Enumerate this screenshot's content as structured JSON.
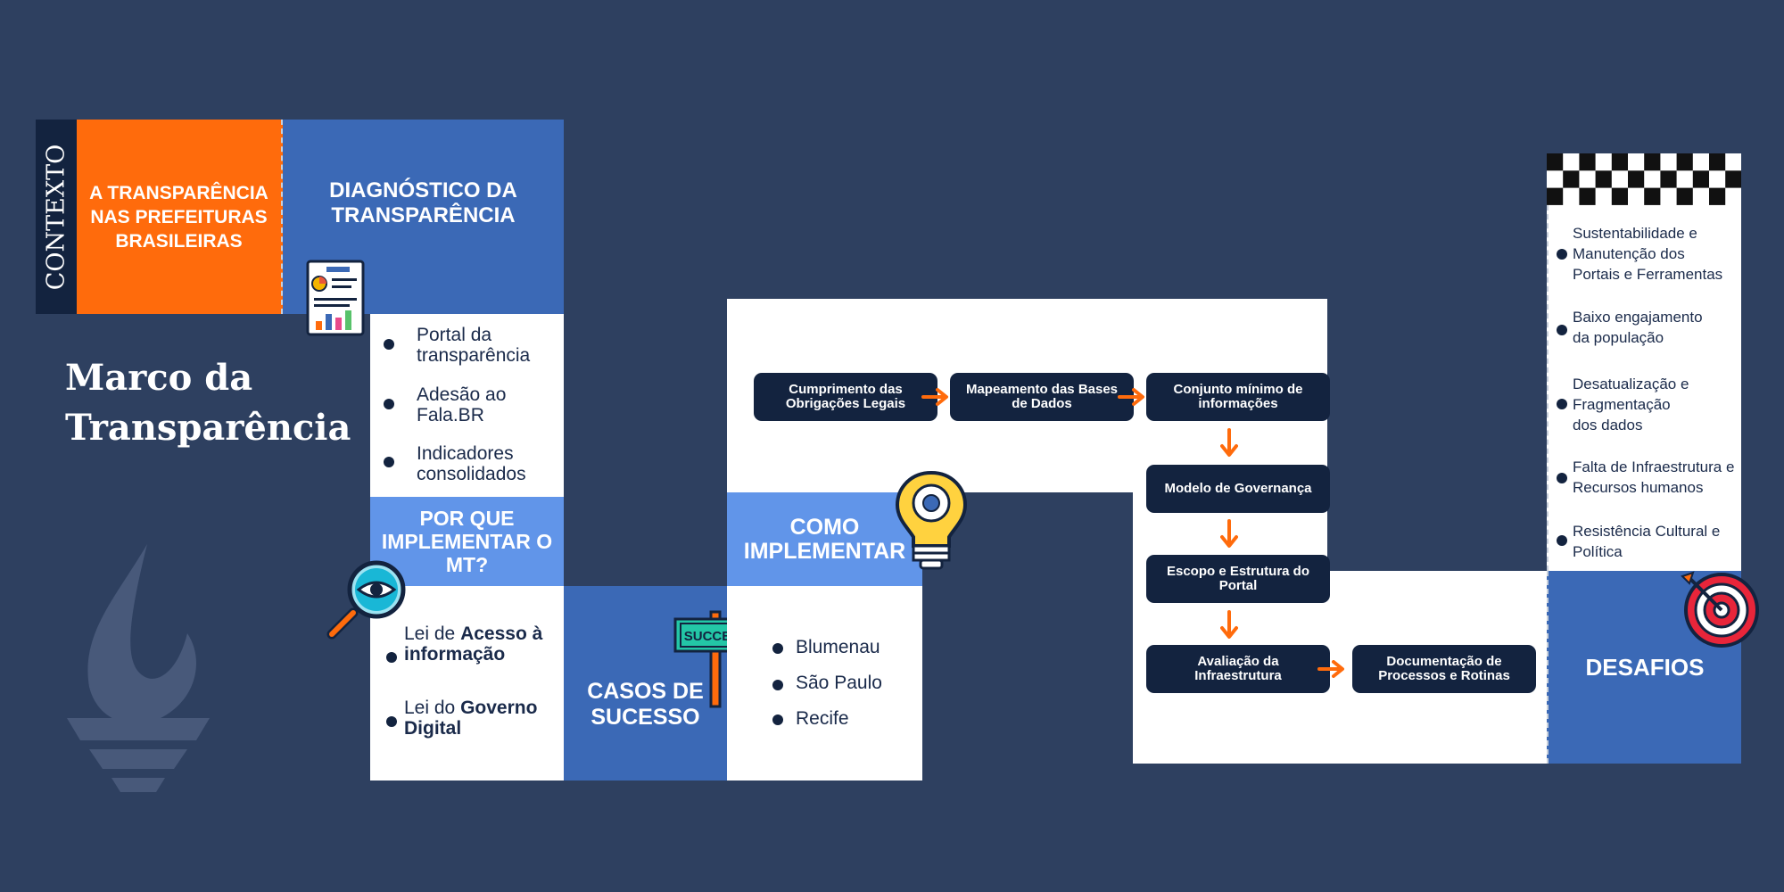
{
  "contexto": "CONTEXTO",
  "main_title_line1": "Marco da",
  "main_title_line2": "Transparência",
  "intro_box": "A TRANSPARÊNCIA NAS PREFEITURAS BRASILEIRAS",
  "diagnostico": {
    "title": "DIAGNÓSTICO DA TRANSPARÊNCIA",
    "items": [
      "Portal da transparência",
      "Adesão ao Fala.BR",
      "Indicadores consolidados"
    ]
  },
  "porque": {
    "title": "POR QUE IMPLEMENTAR O MT?",
    "items": [
      {
        "pre": "Lei de ",
        "bold": "Acesso à informação"
      },
      {
        "pre": "Lei do ",
        "bold": "Governo Digital"
      }
    ]
  },
  "casos": {
    "title": "CASOS DE SUCESSO",
    "sign": "SUCCESS",
    "items": [
      "Blumenau",
      "São Paulo",
      "Recife"
    ]
  },
  "como": {
    "title": "COMO IMPLEMENTAR",
    "steps": [
      "Cumprimento das Obrigações Legais",
      "Mapeamento das Bases de Dados",
      "Conjunto mínimo de informações",
      "Modelo de Governança",
      "Escopo e Estrutura do Portal",
      "Avaliação da Infraestrutura",
      "Documentação de Processos e Rotinas"
    ]
  },
  "desafios": {
    "title": "DESAFIOS",
    "items": [
      "Sustentabilidade e Manutenção dos Portais e Ferramentas",
      "Baixo engajamento da população",
      "Desatualização e Fragmentação dos dados",
      "Falta de Infraestrutura e Recursos humanos",
      "Resistência Cultural e Política"
    ]
  },
  "icons": [
    "document-chart-icon",
    "magnifier-eye-icon",
    "success-sign-icon",
    "lightbulb-gear-icon",
    "target-icon",
    "torch-logo-icon",
    "checkered-flag-icon"
  ],
  "colors": {
    "background": "#2e4060",
    "orange": "#ff6b0c",
    "blue": "#3b69b6",
    "light_blue": "#6195e9",
    "navy": "#13233f",
    "arrow": "#ff6b0c"
  }
}
